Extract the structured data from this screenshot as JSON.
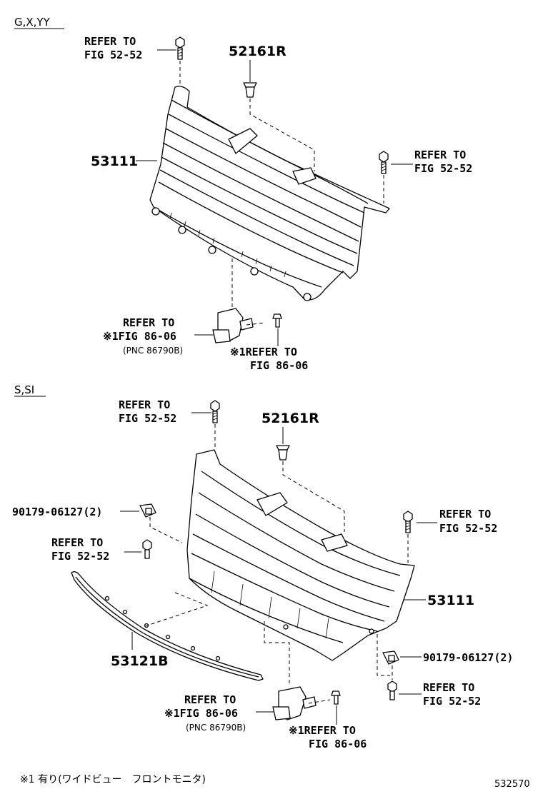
{
  "sections": {
    "top_label": "G,X,YY",
    "bottom_label": "S,SI"
  },
  "top": {
    "ref_bolt_left": [
      "REFER TO",
      "FIG 52-52"
    ],
    "clip_number": "52161R",
    "grille_number": "53111",
    "ref_bolt_right": [
      "REFER TO",
      "FIG 52-52"
    ],
    "ref_bracket": [
      "REFER TO",
      "※1FIG 86-06"
    ],
    "bracket_pnc": "(PNC 86790B)",
    "ref_screw": [
      "※1REFER TO",
      "FIG 86-06"
    ]
  },
  "bottom": {
    "ref_bolt_top": [
      "REFER TO",
      "FIG 52-52"
    ],
    "clip_number": "52161R",
    "nut_left": "90179-06127(2)",
    "ref_bolt_left": [
      "REFER TO",
      "FIG 52-52"
    ],
    "ref_bolt_right": [
      "REFER TO",
      "FIG 52-52"
    ],
    "grille_number": "53111",
    "molding_number": "53121B",
    "nut_right": "90179-06127(2)",
    "ref_bolt_lower_right": [
      "REFER TO",
      "FIG 52-52"
    ],
    "ref_bracket": [
      "REFER TO",
      "※1FIG 86-06"
    ],
    "bracket_pnc": "(PNC 86790B)",
    "ref_screw": [
      "※1REFER TO",
      "FIG 86-06"
    ]
  },
  "footer": {
    "note": "※1 有り(ワイドビュー　フロントモニタ)",
    "diagram_number": "532570"
  }
}
